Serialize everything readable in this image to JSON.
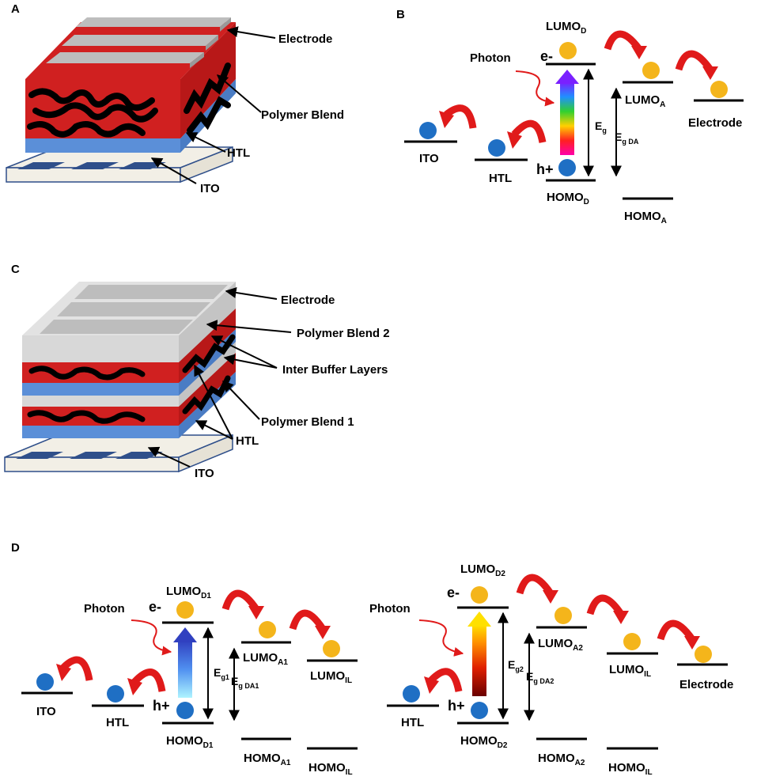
{
  "panel_a": {
    "tag": "A",
    "labels": {
      "electrode": "Electrode",
      "polymer_blend": "Polymer Blend",
      "htl": "HTL",
      "ito": "ITO"
    }
  },
  "panel_b": {
    "tag": "B",
    "photon": "Photon",
    "electron": "e-",
    "hole": "h+",
    "ito": "ITO",
    "htl": "HTL",
    "electrode": "Electrode",
    "lumo_d": {
      "base": "LUMO",
      "sub": "D"
    },
    "homo_d": {
      "base": "HOMO",
      "sub": "D"
    },
    "lumo_a": {
      "base": "LUMO",
      "sub": "A"
    },
    "homo_a": {
      "base": "HOMO",
      "sub": "A"
    },
    "eg": {
      "base": "E",
      "sub": "g"
    },
    "egda": {
      "base": "E",
      "sub": "g DA"
    }
  },
  "panel_c": {
    "tag": "C",
    "labels": {
      "electrode": "Electrode",
      "polymer_blend_2": "Polymer Blend 2",
      "inter_buffer": "Inter Buffer Layers",
      "polymer_blend_1": "Polymer Blend 1",
      "htl": "HTL",
      "ito": "ITO"
    }
  },
  "panel_d": {
    "tag": "D",
    "photon": "Photon",
    "electron": "e-",
    "hole": "h+",
    "ito": "ITO",
    "htl": "HTL",
    "htl2": "HTL",
    "electrode": "Electrode",
    "lumo_d1": {
      "base": "LUMO",
      "sub": "D1"
    },
    "homo_d1": {
      "base": "HOMO",
      "sub": "D1"
    },
    "lumo_a1": {
      "base": "LUMO",
      "sub": "A1"
    },
    "homo_a1": {
      "base": "HOMO",
      "sub": "A1"
    },
    "lumo_il": {
      "base": "LUMO",
      "sub": "IL"
    },
    "homo_il": {
      "base": "HOMO",
      "sub": "IL"
    },
    "eg1": {
      "base": "E",
      "sub": "g1"
    },
    "egda1": {
      "base": "E",
      "sub": "g DA1"
    },
    "lumo_d2": {
      "base": "LUMO",
      "sub": "D2"
    },
    "homo_d2": {
      "base": "HOMO",
      "sub": "D2"
    },
    "lumo_a2": {
      "base": "LUMO",
      "sub": "A2"
    },
    "homo_a2": {
      "base": "HOMO",
      "sub": "A2"
    },
    "lumo_il2": {
      "base": "LUMO",
      "sub": "IL"
    },
    "homo_il2": {
      "base": "HOMO",
      "sub": "IL"
    },
    "eg2": {
      "base": "E",
      "sub": "g2"
    },
    "egda2": {
      "base": "E",
      "sub": "g DA2"
    }
  },
  "colors": {
    "polymer_red": "#d02020",
    "htl_blue": "#5b8fd8",
    "ito_dark": "#2f4f8a",
    "substrate": "#f2efe6",
    "electrode_gray": "#b8b8b8",
    "electron_yellow": "#f4b51b",
    "hole_blue": "#1f6fc4",
    "arrow_red": "#e01a1a"
  }
}
